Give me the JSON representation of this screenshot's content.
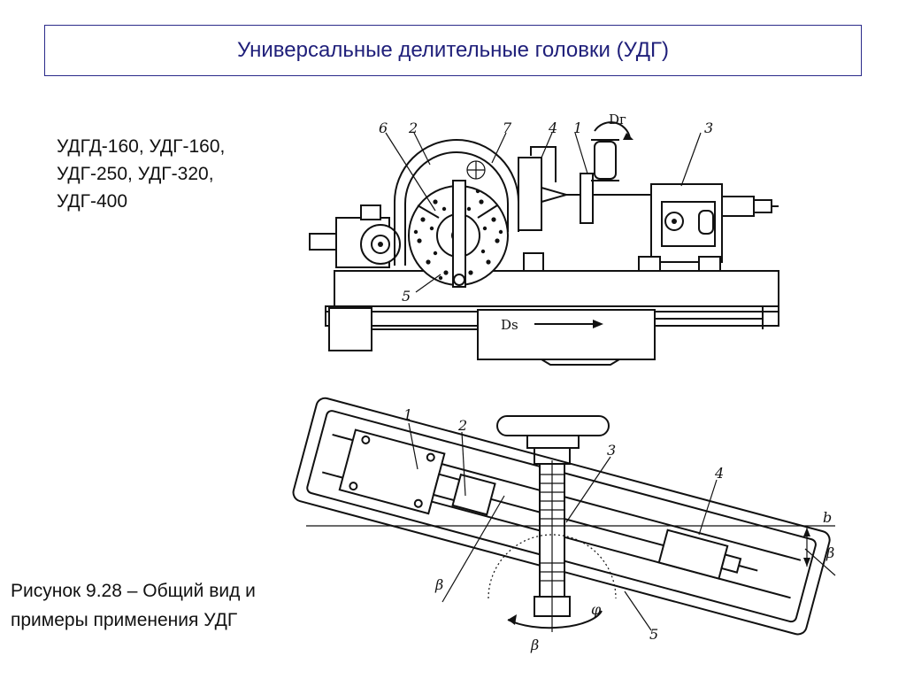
{
  "title": "Универсальные делительные головки (УДГ)",
  "models": [
    "УДГД-160, УДГ-160,",
    "УДГ-250, УДГ-320,",
    "УДГ-400"
  ],
  "caption": [
    "Рисунок 9.28 – Общий вид и",
    "примеры применения УДГ"
  ],
  "figure_top": {
    "callouts": [
      "6",
      "2",
      "7",
      "4",
      "1",
      "3",
      "5"
    ],
    "rotation_label": "Dг",
    "feed_label": "Ds"
  },
  "figure_bottom": {
    "callouts": [
      "1",
      "2",
      "3",
      "4",
      "5"
    ],
    "angle_labels": [
      "β",
      "β",
      "φ",
      "β"
    ],
    "axis_label": "b"
  }
}
